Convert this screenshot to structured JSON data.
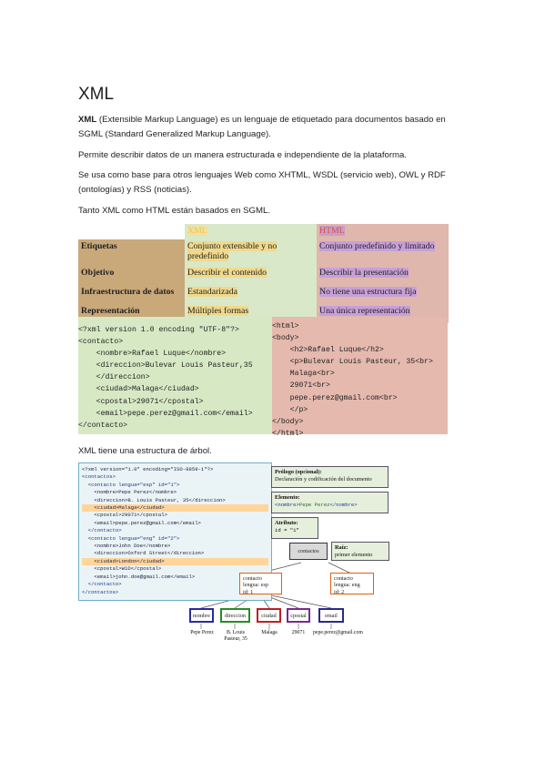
{
  "title": "XML",
  "paragraphs": {
    "p1_bold": "XML",
    "p1_rest": " (Extensible Markup Language) es un lenguaje de etiquetado para documentos basado en SGML (Standard Generalized Markup Language).",
    "p2": "Permite describir datos de un manera estructurada e independiente de la plataforma.",
    "p3": "Se usa como base para otros lenguajes Web como XHTML, WSDL (servicio web), OWL y RDF (ontologías) y RSS (noticias).",
    "p4": "Tanto XML como HTML están basados en SGML.",
    "p5": "XML tiene una estructura de árbol."
  },
  "comparison": {
    "col_xml": "XML",
    "col_html": "HTML",
    "rows": [
      {
        "label": "Etiquetas",
        "xml": "Conjunto extensible y no predefinido",
        "html": "Conjunto predefinido y limitado"
      },
      {
        "label": "Objetivo",
        "xml": "Describir el contenido",
        "html": "Describir la presentación"
      },
      {
        "label": "Infraestructura de datos",
        "xml": "Estandarizada",
        "html": "No tiene una estructura fija"
      },
      {
        "label": "Representación",
        "xml": "Múltiples formas",
        "html": "Una única representación"
      }
    ]
  },
  "code_xml": [
    "<?xml version 1.0 encoding \"UTF-8\"?>",
    "<contacto>",
    "    <nombre>Rafael Luque</nombre>",
    "    <direccion>Bulevar Louis Pasteur,35",
    "    </direccion>",
    "    <ciudad>Malaga</ciudad>",
    "    <cpostal>29071</cpostal>",
    "    <email>pepe.perez@gmail.com</email>",
    "</contacto>"
  ],
  "code_html": [
    "<html>",
    "<body>",
    "    <h2>Rafael Luque</h2>",
    "    <p>Bulevar Louis Pasteur, 35<br>",
    "    Malaga<br>",
    "    29071<br>",
    "    pepe.perez@gmail.com<br>",
    "    </p>",
    "</body>",
    "</html>"
  ],
  "tree": {
    "xml_lines": [
      "<?xml version=\"1.0\" encoding=\"ISO-8859-1\"?>",
      "<contactos>",
      "  <contacto lengua=\"esp\" id=\"1\">",
      "    <nombre>Pepe Perez</nombre>",
      "    <direccion>B. Louis Pasteur, 35</direccion>",
      "    <ciudad>Malaga</ciudad>",
      "    <cpostal>29071</cpostal>",
      "    <email>pepe.perez@gmail.com</email>",
      "  </contacto>",
      "  <contacto lengua=\"eng\" id=\"2\">",
      "    <nombre>John Doe</nombre>",
      "    <direccion>Oxford Street</direccion>",
      "    <ciudad>London</ciudad>",
      "    <cpostal>W1D</cpostal>",
      "    <email>john.doe@gmail.com</email>",
      "  </contacto>",
      "</contactos>"
    ],
    "prologo_title": "Prólogo (opcional):",
    "prologo_desc": "Declaración y codificación del documento",
    "elemento_title": "Elemento:",
    "elemento_code_open": "<nombre>",
    "elemento_code_text": "Pepe Perez",
    "elemento_code_close": "</nombre>",
    "atributo_title": "Atributo:",
    "atributo_code": "id = \"1\"",
    "raiz_title": "Raíz:",
    "raiz_desc": "primer elemento",
    "root_node": "contactos",
    "contacto_node": "contacto",
    "contacto1_attrs": [
      "lengua: esp",
      "id: 1"
    ],
    "contacto2_node": "contacto",
    "contacto2_attrs": [
      "lengua: eng",
      "id: 2"
    ],
    "leaves": [
      "nombre",
      "direccion",
      "ciudad",
      "cpostal",
      "email"
    ],
    "leaf_values": [
      "Pepe Perez",
      "B. Louis Pasteur, 35",
      "Malaga",
      "29071",
      "pepe.perez@gmail.com"
    ],
    "colors": {
      "nombre": "#2a2aa0",
      "direccion": "#2a8a2a",
      "ciudad": "#c02020",
      "cpostal": "#7a2a8a",
      "email": "#2a2a8a",
      "contacto": "#e06010"
    }
  }
}
